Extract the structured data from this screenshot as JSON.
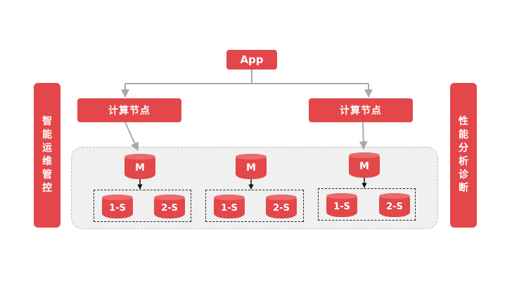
{
  "app": {
    "label": "App"
  },
  "compute_nodes": [
    {
      "label": "计算节点"
    },
    {
      "label": "计算节点"
    }
  ],
  "side_panels": {
    "left": [
      "智",
      "能",
      "运",
      "维",
      "管",
      "控"
    ],
    "right": [
      "性",
      "能",
      "分",
      "析",
      "诊",
      "断"
    ]
  },
  "clusters": [
    {
      "master": "M",
      "replicas": [
        "1-S",
        "2-S"
      ]
    },
    {
      "master": "M",
      "replicas": [
        "1-S",
        "2-S"
      ]
    },
    {
      "master": "M",
      "replicas": [
        "1-S",
        "2-S"
      ]
    }
  ],
  "colors": {
    "accent": "#e3474a",
    "connector": "#a9a9a9",
    "cluster_bg": "#f0f0f0"
  }
}
